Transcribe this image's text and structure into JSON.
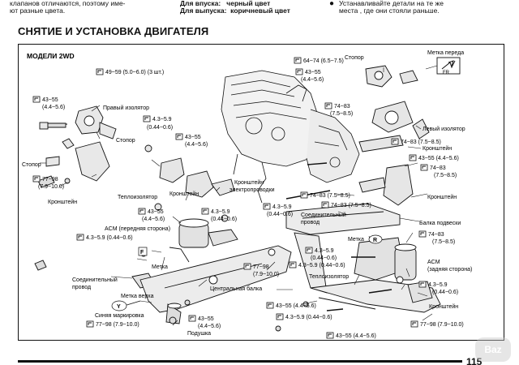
{
  "top": {
    "col1": "клапанов отличаются, поэтому име-\nют разные цвета.",
    "col2_line1": "Для впуска:   черный цвет",
    "col2_line2": "Для выпуска:  коричневый цвет",
    "col3_bullet": "●",
    "col3_text": "Устанавливайте  детали  на  те  же\nместа , где они стояли раньше."
  },
  "section_title": "СНЯТИЕ И УСТАНОВКА ДВИГАТЕЛЯ",
  "diagram": {
    "model_label": "МОДЕЛИ 2WD",
    "labels": {
      "t1": "49~59 (5.0~6.0) (3 шт.)",
      "t2": "43~55",
      "t2b": "(4.4~5.6)",
      "right_isolator": "Правый изолятор",
      "stopper1": "Стопор",
      "stopper2": "Стопор",
      "t3": "4.3~5.9",
      "t3b": "(0.44~0.6)",
      "t4": "77~98",
      "t4b": "(7.9~10.0)",
      "bracket1": "Кронштейн",
      "t5": "43~55",
      "t5b": "(4.4~5.6)",
      "heat_isolator": "Теплоизолятор",
      "bracket2": "Кронштейн",
      "bracket_elec": "Кронштейн\nэлектропроводки",
      "t6": "43~55",
      "t6b": "(4.4~5.6)",
      "t7": "4.3~5.9",
      "t7b": "(0.44~0.6)",
      "acm_front": "ACM (передняя сторона)",
      "t8": "4.3~5.9 (0.44~0.6)",
      "mark_f": "Метка",
      "conn_wire": "Соединительный\nпровод",
      "mark_top": "Метка верха",
      "blue_mark": "Синяя маркировка",
      "t9": "77~98 (7.9~10.0)",
      "t10": "43~55",
      "t10b": "(4.4~5.6)",
      "pad": "Подушка",
      "center_beam": "Центральная балка",
      "t11": "77~98",
      "t11b": "(7.9~10.0)",
      "t12": "43~55 (4.4~5.6)",
      "t13": "4.3~5.9 (0.44~0.6)",
      "t14": "43~55 (4.4~5.6)",
      "t15": "64~74 (6.5~7.5)",
      "stopper3": "Стопор",
      "front_mark": "Метка переда",
      "fr": "FR",
      "t16": "43~55",
      "t16b": "(4.4~5.6)",
      "t17": "74~83",
      "t17b": "(7.5~8.5)",
      "left_isolator": "Левый изолятор",
      "t18": "74~83 (7.5~8.5)",
      "bracket3": "Кронштейн",
      "t19": "43~55 (4.4~5.6)",
      "t20": "74~83",
      "t20b": "(7.5~8.5)",
      "bracket4": "Кронштейн",
      "t21": "74~83 (7.5~8.5)",
      "t22": "74~83 (7.5~8.5)",
      "t23": "4.3~5.9",
      "t23b": "(0.44~0.6)",
      "conn_wire2": "Соединительный\nпровод",
      "susp_beam": "Балка подвески",
      "t24": "74~83",
      "t24b": "(7.5~8.5)",
      "mark_r": "Метка",
      "r_label": "R",
      "t25": "4.3~5.9",
      "t25b": "(0.44~0.6)",
      "t26": "4.3~5.9 (0.44~0.6)",
      "acm_rear": "ACM\n(задняя сторона)",
      "heat_isolator2": "Теплоизолятор",
      "t27": "4.3~5.9",
      "t27b": "(0.44~0.6)",
      "bracket5": "Кронштейн",
      "t28": "77~98 (7.9~10.0)",
      "f_label": "F",
      "y_label": "Y"
    }
  },
  "page_number": "115",
  "watermark": "Baz"
}
